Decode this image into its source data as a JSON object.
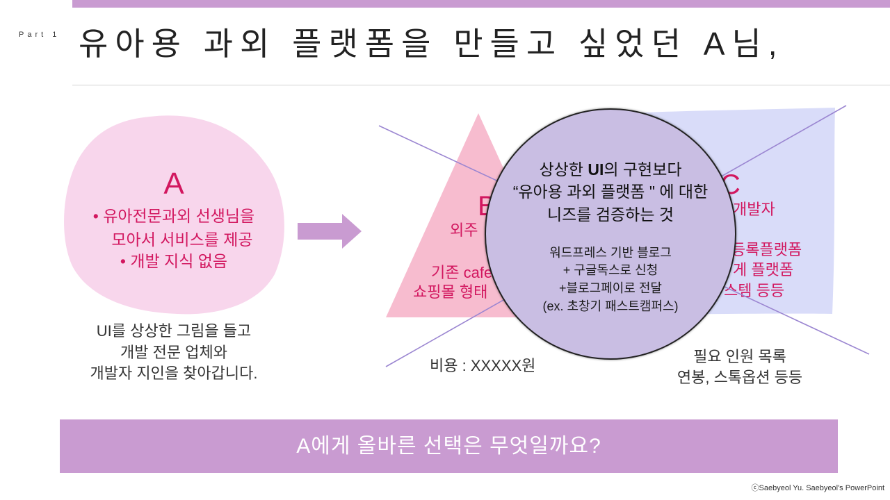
{
  "slide": {
    "part_label": "Part 1",
    "title": "유아용 과외 플랫폼을 만들고 싶었던 A님,",
    "footer": "ⓒSaebyeol Yu. Saebyeol's PowerPoint"
  },
  "option_a": {
    "letter": "A",
    "bullet_lines": [
      "• 유아전문과외 선생님을",
      "모아서 서비스를 제공",
      "• 개발 지식 없음"
    ],
    "caption_lines": [
      "UI를 상상한 그림을 들고",
      "개발 전문 업체와",
      "개발자 지인을 찾아갑니다."
    ]
  },
  "option_b": {
    "letter": "B",
    "lines": [
      "외주",
      "기존 cafe",
      "쇼핑몰 형태"
    ],
    "cost_caption": "비용 : XXXXX원"
  },
  "option_c": {
    "letter": "C",
    "lines": [
      "개발자",
      "등록플랫폼",
      "게 플랫폼",
      "스템 등등"
    ],
    "caption_lines": [
      "필요 인원 목록",
      "연봉, 스톡옵션 등등"
    ]
  },
  "highlight": {
    "line_1_pre": "상상한 ",
    "line_1_bold": "UI",
    "line_1_post": "의 구현보다",
    "line_2": "“유아용 과외 플랫폼 \" 에 대한",
    "line_3": "니즈를 검증하는 것",
    "details": [
      "워드프레스 기반 블로그",
      "+ 구글독스로 신청",
      "+블로그페이로 전달",
      "(ex. 초창기 패스트캠퍼스)"
    ]
  },
  "banner": {
    "question": "A에게 올바른 선택은 무엇일까요?"
  },
  "colors": {
    "accent_purple": "#c99bd1",
    "blob_pink": "#f8d6ec",
    "triangle_pink": "#f7bccf",
    "shape_lavender": "#d9dcf9",
    "circle_fill": "#c9bee3",
    "cross_line": "#9b86d1",
    "crimson_text": "#d2175f",
    "dark_text": "#2b2b2b"
  }
}
